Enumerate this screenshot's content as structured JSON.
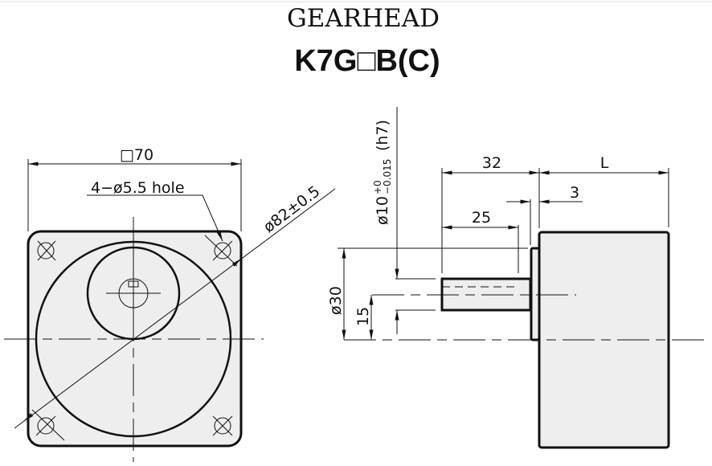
{
  "title": "GEARHEAD",
  "model": "K7G□B(C)",
  "front_view": {
    "square_dim": "□70",
    "hole_label": "4−ø5.5 hole",
    "pcd_label": "ø82±0.5"
  },
  "side_view": {
    "shaft_length": "32",
    "body_length": "L",
    "flange_thickness": "3",
    "key_length": "25",
    "shaft_dia": "ø10",
    "shaft_tol_upper": "+0",
    "shaft_tol_lower": "−0.015",
    "shaft_fit": "(h7)",
    "pilot_dia": "ø30",
    "shaft_offset": "15"
  }
}
